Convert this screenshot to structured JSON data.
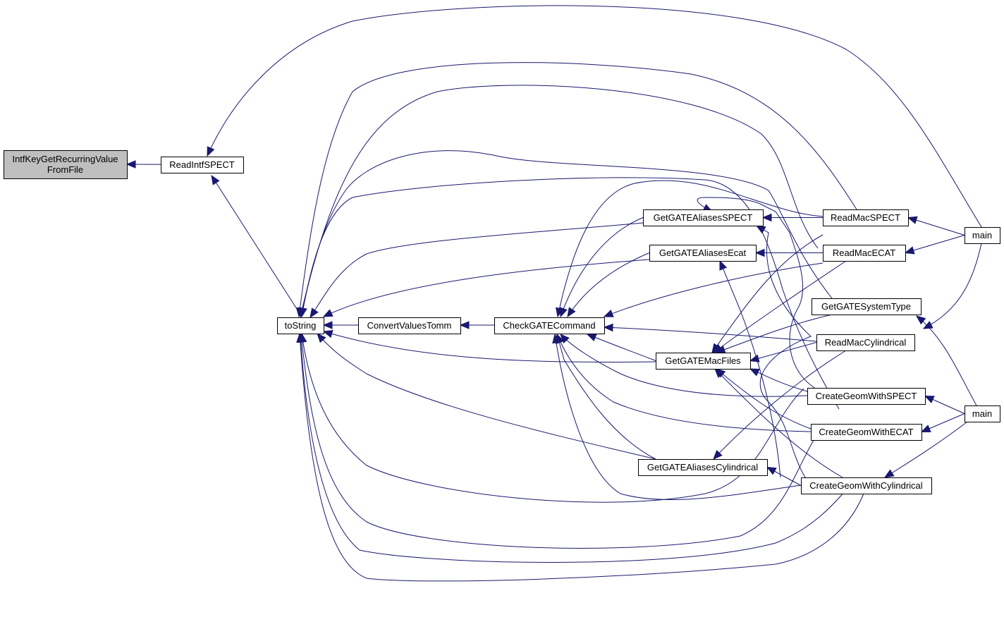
{
  "colors": {
    "edge": "#191970",
    "root_fill": "#bfbfbf",
    "node_fill": "#ffffff",
    "node_border": "#000000"
  },
  "nodes": [
    {
      "id": "intf",
      "lines": [
        "IntfKeyGetRecurringValue",
        "FromFile"
      ]
    },
    {
      "id": "readintf",
      "lines": [
        "ReadIntfSPECT"
      ]
    },
    {
      "id": "tostring",
      "lines": [
        "toString"
      ]
    },
    {
      "id": "convert",
      "lines": [
        "ConvertValuesTomm"
      ]
    },
    {
      "id": "check",
      "lines": [
        "CheckGATECommand"
      ]
    },
    {
      "id": "aliasspect",
      "lines": [
        "GetGATEAliasesSPECT"
      ]
    },
    {
      "id": "aliasecat",
      "lines": [
        "GetGATEAliasesEcat"
      ]
    },
    {
      "id": "macfiles",
      "lines": [
        "GetGATEMacFiles"
      ]
    },
    {
      "id": "aliascyl",
      "lines": [
        "GetGATEAliasesCylindrical"
      ]
    },
    {
      "id": "readmacspect",
      "lines": [
        "ReadMacSPECT"
      ]
    },
    {
      "id": "readmacecat",
      "lines": [
        "ReadMacECAT"
      ]
    },
    {
      "id": "systype",
      "lines": [
        "GetGATESystemType"
      ]
    },
    {
      "id": "readmaccyl",
      "lines": [
        "ReadMacCylindrical"
      ]
    },
    {
      "id": "geomspect",
      "lines": [
        "CreateGeomWithSPECT"
      ]
    },
    {
      "id": "geomecat",
      "lines": [
        "CreateGeomWithECAT"
      ]
    },
    {
      "id": "geomcyl",
      "lines": [
        "CreateGeomWithCylindrical"
      ]
    },
    {
      "id": "main1",
      "lines": [
        "main"
      ]
    },
    {
      "id": "main2",
      "lines": [
        "main"
      ]
    }
  ]
}
